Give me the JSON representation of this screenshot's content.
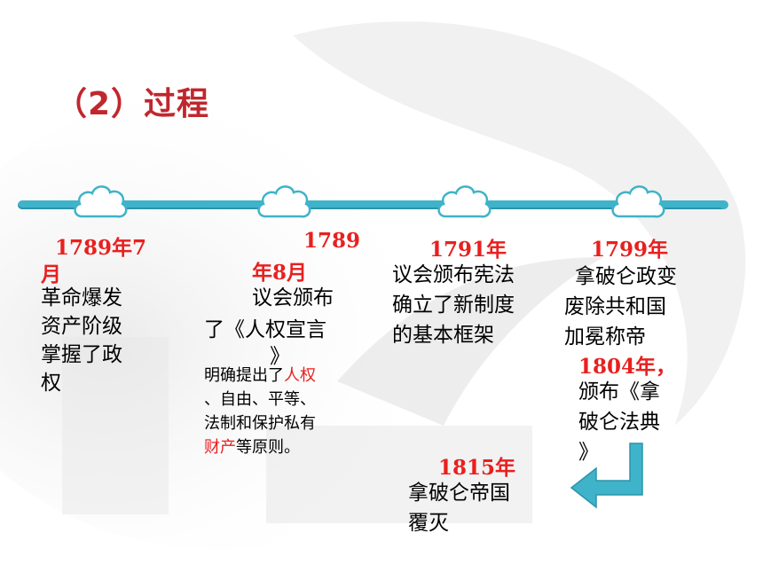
{
  "title": "（2）过程",
  "events": [
    {
      "year": "1789年7",
      "year_cont": "月",
      "desc_lines": [
        "革命爆发",
        "资产阶级",
        "掌握了政",
        "权"
      ]
    },
    {
      "year_part1": "1789",
      "year_part2": "年8月",
      "desc_lines": [
        "议会颁布",
        "了《人权宣言",
        "》"
      ],
      "note_prefix": "明确提出了",
      "note_red_1": "人权",
      "note_red_2": "、自由、平等、",
      "note_red_3": "法制和保护私有",
      "note_red_4": "财产",
      "note_suffix": "等原则。"
    },
    {
      "year": "1791年",
      "desc_lines": [
        "议会颁布宪法",
        "确立了新制度",
        "的基本框架"
      ]
    },
    {
      "year": "1799年",
      "desc_lines": [
        "拿破仑政变",
        "废除共和国",
        "加冕称帝"
      ]
    },
    {
      "year": "1804年，",
      "desc_lines": [
        "颁布《拿",
        "破仑法典",
        "》"
      ]
    },
    {
      "year": "1815年",
      "desc_lines": [
        "拿破仑帝国",
        "覆灭"
      ]
    }
  ],
  "colors": {
    "title": "#c0272d",
    "year": "#e8201f",
    "timeline": "#3fb3c9",
    "cloud_fill": "#ffffff",
    "cloud_stroke": "#3fb3c9",
    "arrow": "#3fb3c9"
  }
}
